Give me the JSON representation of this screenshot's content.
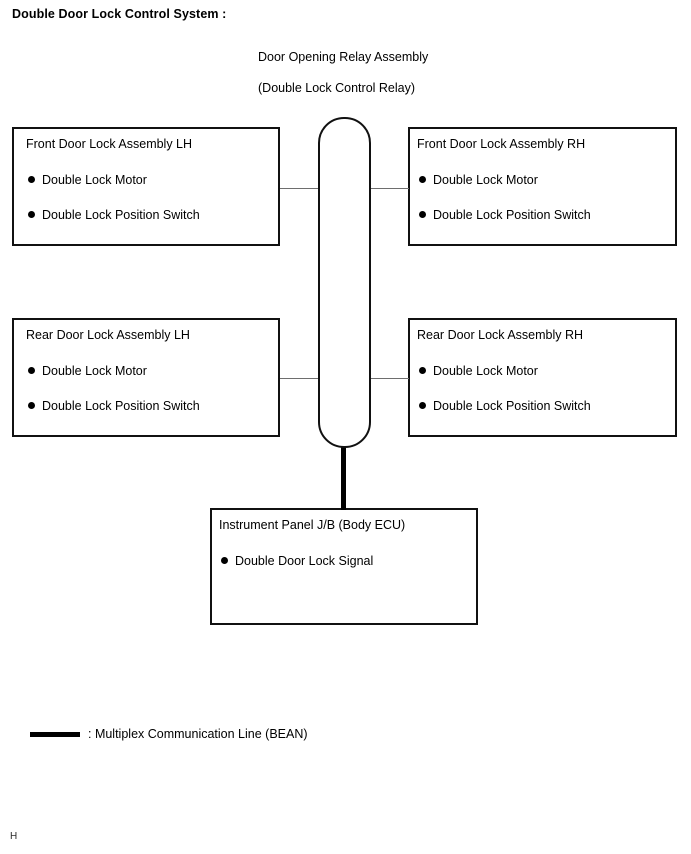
{
  "page": {
    "title": "Double Door Lock Control System :",
    "page_mark": "H"
  },
  "relay": {
    "caption_main": "Door Opening Relay Assembly",
    "caption_sub": "(Double Lock Control Relay)",
    "name": "Door Opening Relay Assembly (Double Lock Control Relay)"
  },
  "boxes": {
    "front_lh": {
      "title": "Front Door Lock Assembly LH",
      "items": [
        "Double Lock Motor",
        "Double Lock Position Switch"
      ]
    },
    "front_rh": {
      "title": "Front Door Lock Assembly RH",
      "items": [
        "Double Lock Motor",
        "Double Lock Position Switch"
      ]
    },
    "rear_lh": {
      "title": "Rear Door Lock Assembly LH",
      "items": [
        "Double Lock Motor",
        "Double Lock Position Switch"
      ]
    },
    "rear_rh": {
      "title": "Rear Door Lock Assembly RH",
      "items": [
        "Double Lock Motor",
        "Double Lock Position Switch"
      ]
    },
    "ecu": {
      "title": "Instrument Panel J/B (Body ECU)",
      "items": [
        "Double Door Lock Signal"
      ]
    }
  },
  "legend": {
    "label": ": Multiplex Communication Line (BEAN)",
    "swatch_name": "thick-black-line"
  },
  "colors": {
    "line": "#111111",
    "thin_connector": "#6e6e6e",
    "bean_line": "#000000",
    "background": "#ffffff",
    "text": "#000000"
  }
}
